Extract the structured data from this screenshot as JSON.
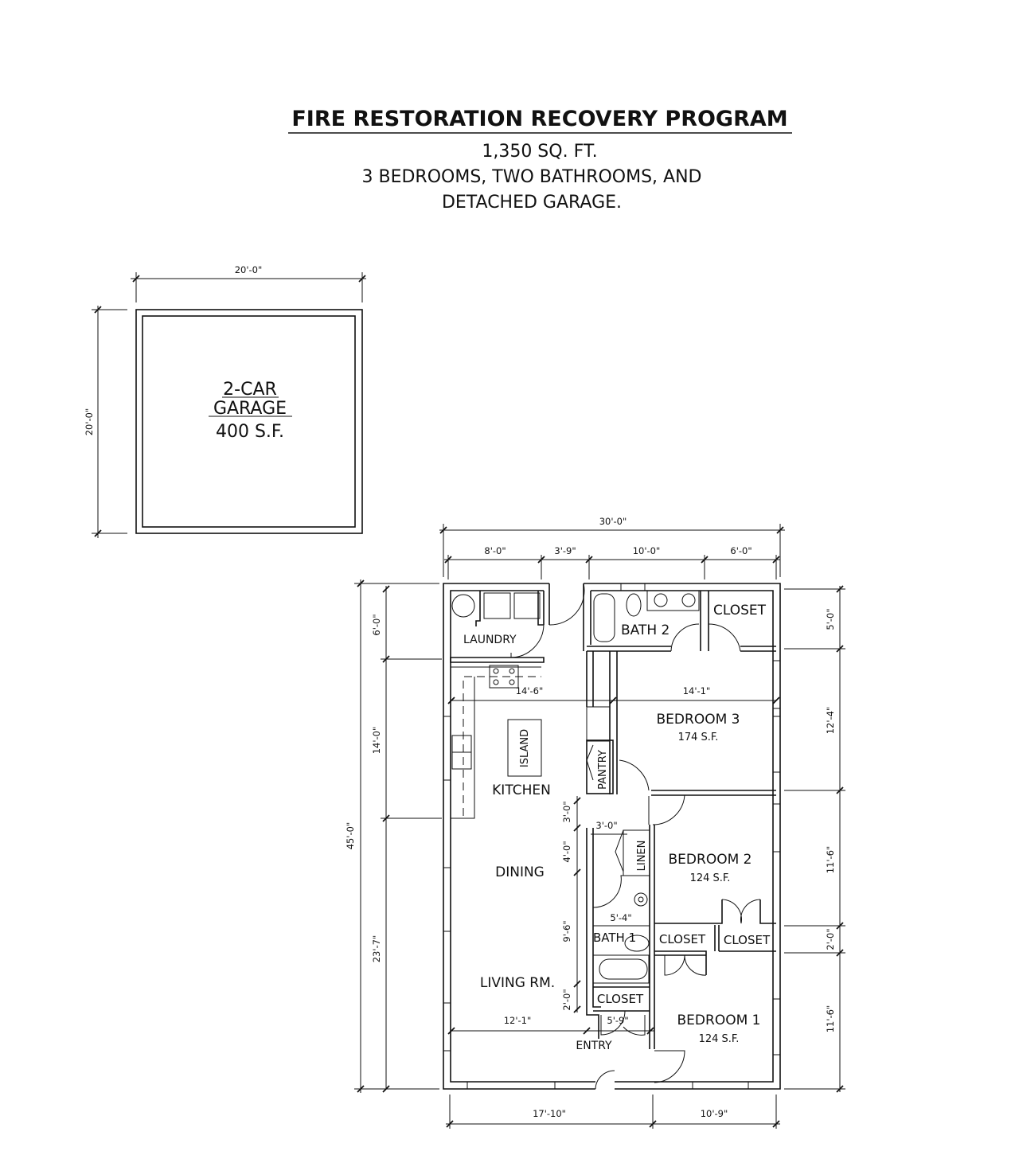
{
  "header": {
    "title": "FIRE RESTORATION RECOVERY PROGRAM",
    "lines": [
      "1,350 SQ. FT.",
      "3 BEDROOMS, TWO BATHROOMS, AND",
      "DETACHED GARAGE."
    ]
  },
  "garage": {
    "label_line1": "2-CAR",
    "label_line2": "GARAGE",
    "area": "400 S.F.",
    "dim_width": "20'-0\"",
    "dim_depth": "20'-0\""
  },
  "rooms": {
    "laundry": "LAUNDRY",
    "bath2": "BATH 2",
    "closet_top": "CLOSET",
    "bedroom3": "BEDROOM 3",
    "bedroom3_area": "174 S.F.",
    "island": "ISLAND",
    "pantry": "PANTRY",
    "kitchen": "KITCHEN",
    "linen": "LINEN",
    "bedroom2": "BEDROOM 2",
    "bedroom2_area": "124 S.F.",
    "dining": "DINING",
    "bath1": "BATH 1",
    "closet_b2a": "CLOSET",
    "closet_b2b": "CLOSET",
    "living": "LIVING RM.",
    "closet_entry": "CLOSET",
    "entry": "ENTRY",
    "bedroom1": "BEDROOM 1",
    "bedroom1_area": "124 S.F."
  },
  "dimensions": {
    "overall_width": "30'-0\"",
    "top": [
      "8'-0\"",
      "3'-9\"",
      "10'-0\"",
      "6'-0\""
    ],
    "overall_depth": "45'-0\"",
    "left": [
      "6'-0\"",
      "14'-0\"",
      "23'-7\""
    ],
    "right": [
      "5'-0\"",
      "12'-4\"",
      "11'-6\"",
      "2'-0\"",
      "11'-6\""
    ],
    "bottom": [
      "17'-10\"",
      "10'-9\""
    ],
    "interior": {
      "kitchen_width": "14'-6\"",
      "bedroom3_width": "14'-1\"",
      "living_width": "12'-1\"",
      "entry_width": "5'-9\"",
      "hall_3": "3'-0\"",
      "hall_3h": "3'-0\"",
      "hall_4": "4'-0\"",
      "hall_9": "9'-6\"",
      "hall_2": "2'-0\"",
      "bath1_width": "5'-4\""
    }
  }
}
